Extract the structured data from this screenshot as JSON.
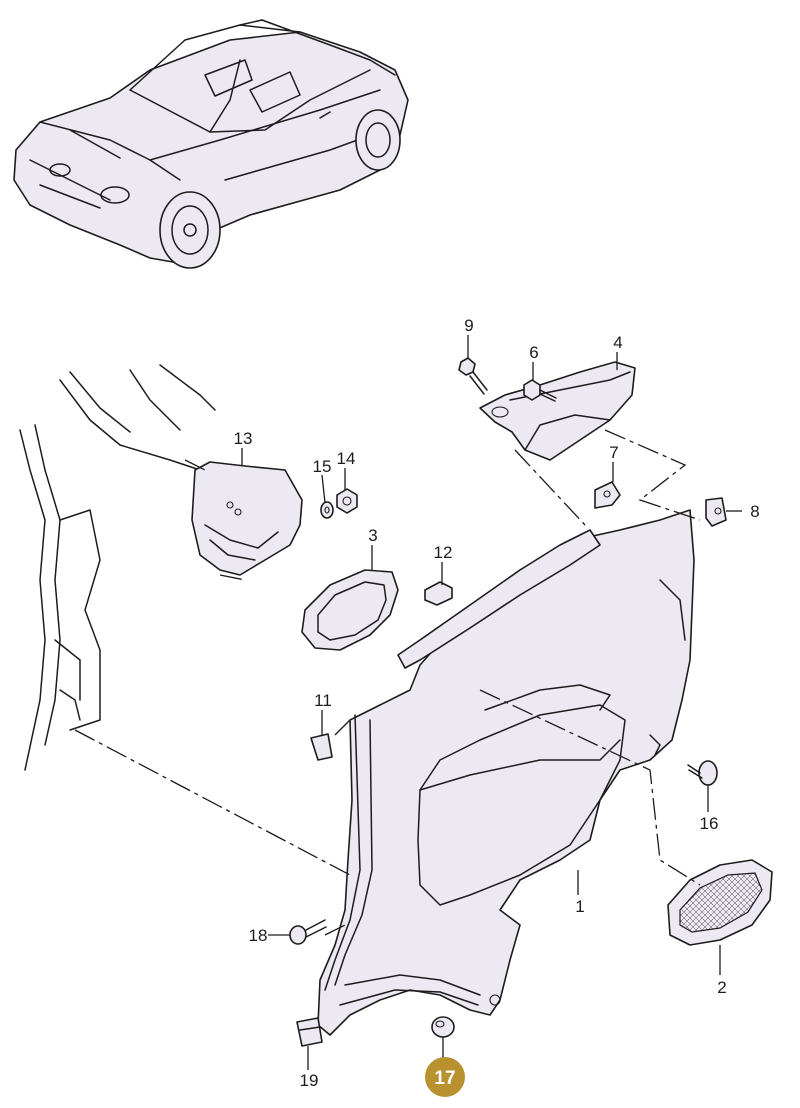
{
  "diagram": {
    "labels": {
      "l1": "1",
      "l2": "2",
      "l3": "3",
      "l4": "4",
      "l6": "6",
      "l7": "7",
      "l8": "8",
      "l9": "9",
      "l11": "11",
      "l12": "12",
      "l13": "13",
      "l14": "14",
      "l15": "15",
      "l16": "16",
      "l17": "17",
      "l18": "18",
      "l19": "19"
    },
    "highlight_color": "#b8922e",
    "fill_color": "#ede9f3"
  }
}
